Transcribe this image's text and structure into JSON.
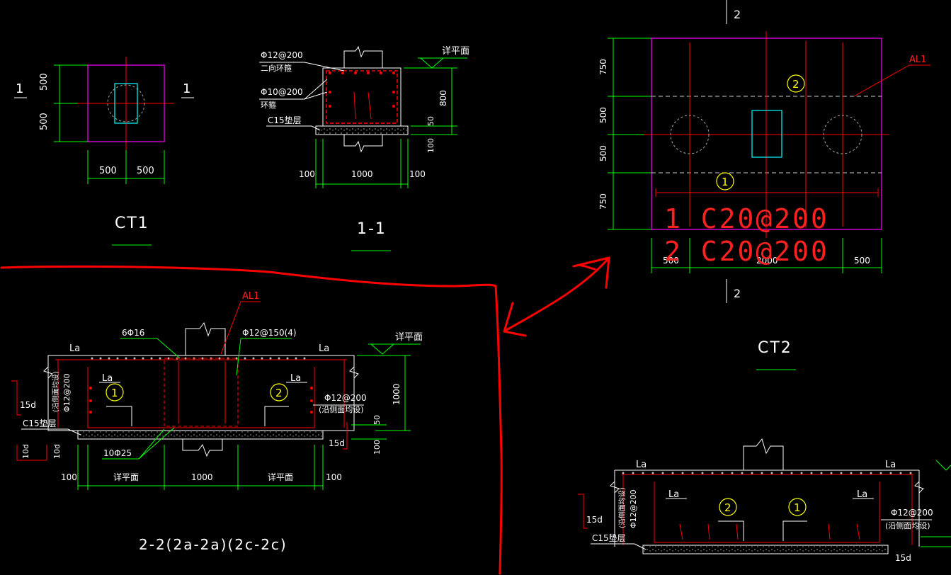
{
  "drawing": {
    "background": "#000000",
    "colors": {
      "dimension": "#00ff00",
      "outline": "#ff00ff",
      "rebar": "#ff0000",
      "column": "#00ffff",
      "label": "#ffffff",
      "marker": "#ffff00",
      "annotation": "#ff0000"
    }
  },
  "ct1": {
    "title": "CT1",
    "section_mark": "1",
    "dim_500": "500"
  },
  "sec11": {
    "title": "1-1",
    "rebar_top": "Φ12@200",
    "rebar_top_note": "二向环箍",
    "rebar_side": "Φ10@200",
    "rebar_side_note": "环箍",
    "pad": "C15垫层",
    "elev": "详平面",
    "dim_800": "800",
    "dim_50": "50",
    "dim_100": "100",
    "dim_1000": "1000"
  },
  "ct2": {
    "title": "CT2",
    "section_mark": "2",
    "label_al1": "AL1",
    "marker_1": "1",
    "marker_2": "2",
    "dim_750": "750",
    "dim_500": "500",
    "dim_2000": "2000",
    "annot_line1": "1  C20@200",
    "annot_line2": "2  C20@200"
  },
  "sec22": {
    "title": "2-2(2a-2a)(2c-2c)",
    "label_al1": "AL1",
    "top_bars": "6Φ16",
    "stirrup": "Φ12@150(4)",
    "elev": "详平面",
    "la": "La",
    "side_bars": "Φ12@200",
    "side_note": "(沿侧面均设)",
    "d15": "15d",
    "d10": "10d",
    "pad": "C15垫层",
    "bottom_bars": "10Φ25",
    "dim_1000_h": "1000",
    "dim_50": "50",
    "dim_100": "100",
    "dim_1000": "1000",
    "plan_ref": "详平面",
    "marker_1": "1",
    "marker_2": "2"
  },
  "sec_partial": {
    "la": "La",
    "marker_1": "1",
    "marker_2": "2",
    "side_bars": "Φ12@200",
    "side_note": "(沿侧面均设)",
    "d15": "15d",
    "pad": "C15垫层"
  }
}
